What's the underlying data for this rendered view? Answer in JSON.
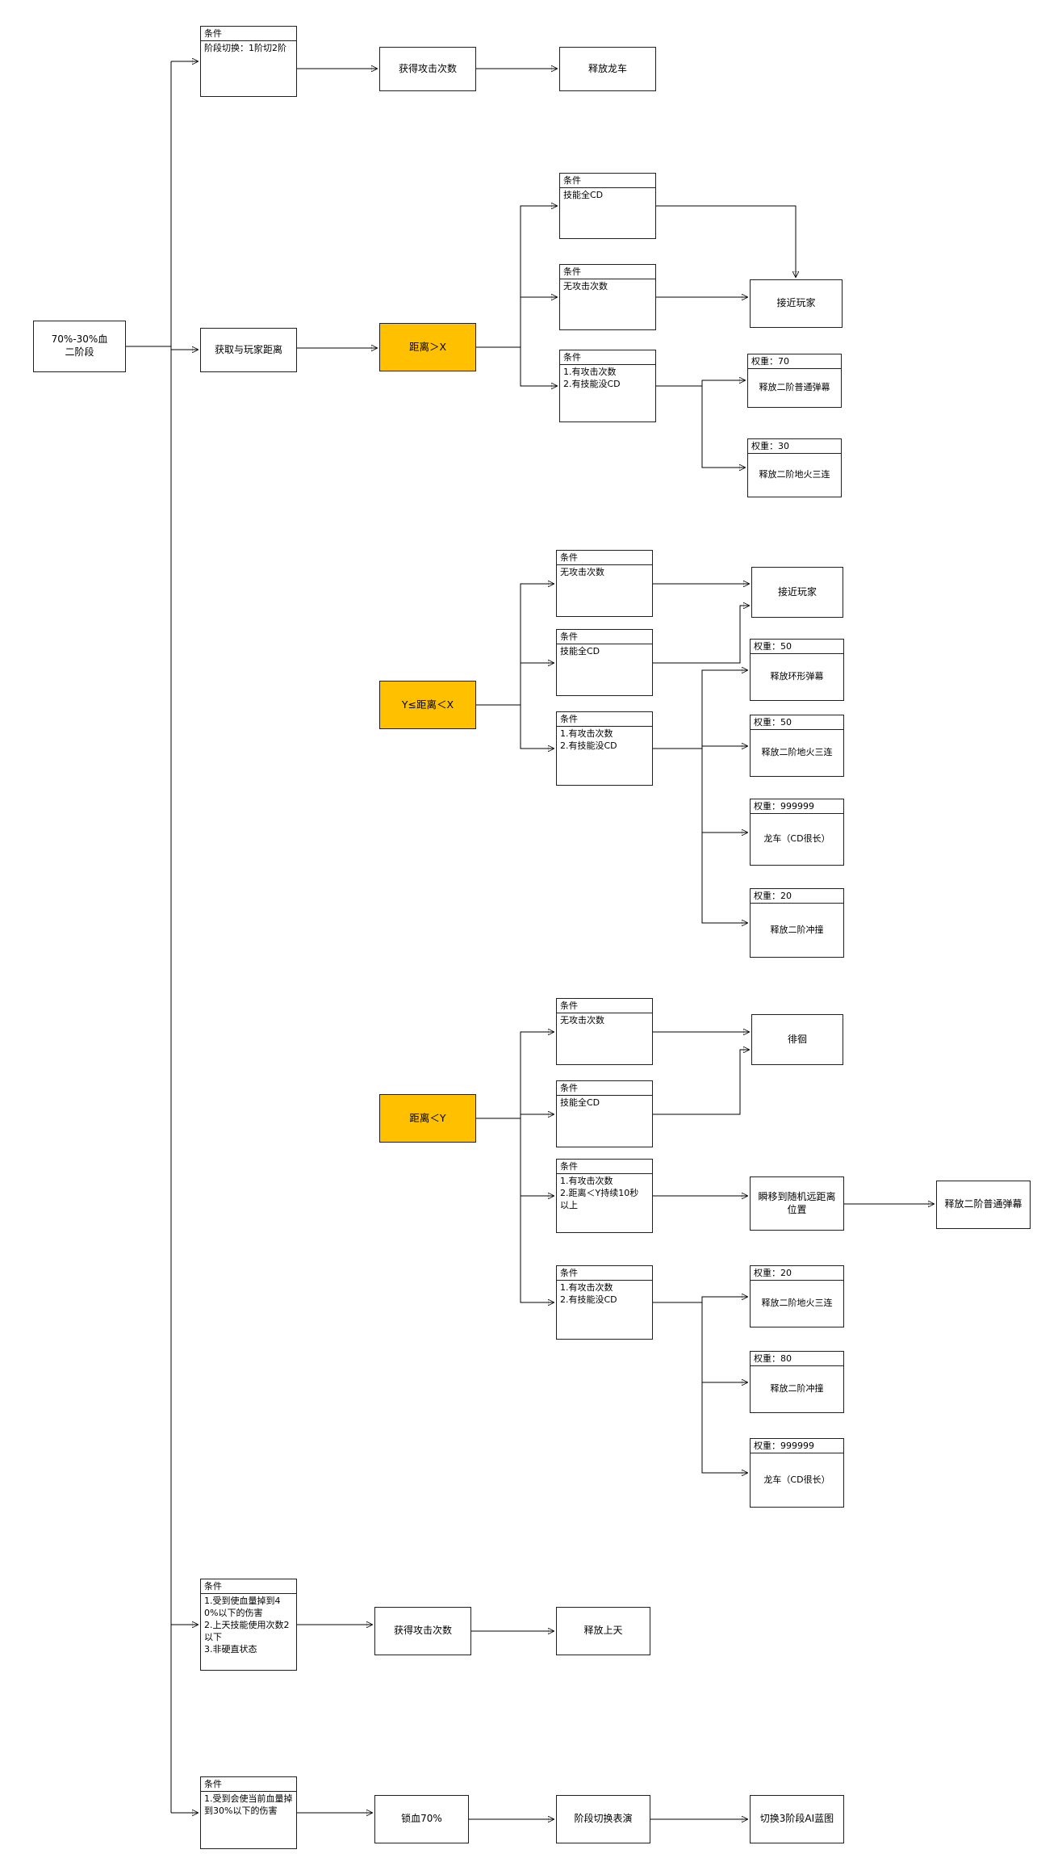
{
  "colors": {
    "decision_fill": "#ffc000",
    "node_border": "#1f1f1f",
    "line": "#000000",
    "background": "#ffffff"
  },
  "nodes": {
    "root": {
      "label": "70%-30%血\n二阶段"
    },
    "cond_phase_switch": {
      "header": "条件",
      "body": "阶段切换：1阶切2阶"
    },
    "gain_attacks_top": {
      "label": "获得攻击次数"
    },
    "release_dragon_cart": {
      "label": "释放龙车"
    },
    "get_player_distance": {
      "label": "获取与玩家距离"
    },
    "dist_gt_x": {
      "label": "距离＞X"
    },
    "cond_all_cd_far": {
      "header": "条件",
      "body": "技能全CD"
    },
    "cond_no_attacks_far": {
      "header": "条件",
      "body": "无攻击次数"
    },
    "approach_player_far": {
      "label": "接近玩家"
    },
    "cond_attack_and_skill_far": {
      "header": "条件",
      "body": "1.有攻击次数\n2.有技能没CD"
    },
    "weight70_normal_barrage": {
      "header": "权重：70",
      "body": "释放二阶普通弹幕"
    },
    "weight30_ground_fire": {
      "header": "权重：30",
      "body": "释放二阶地火三连"
    },
    "dist_between_y_x": {
      "label": "Y≤距离＜X"
    },
    "cond_no_attacks_mid": {
      "header": "条件",
      "body": "无攻击次数"
    },
    "approach_player_mid": {
      "label": "接近玩家"
    },
    "cond_all_cd_mid": {
      "header": "条件",
      "body": "技能全CD"
    },
    "cond_attack_and_skill_mid": {
      "header": "条件",
      "body": "1.有攻击次数\n2.有技能没CD"
    },
    "weight50_ring_barrage": {
      "header": "权重：50",
      "body": "释放环形弹幕"
    },
    "weight50_ground_fire": {
      "header": "权重：50",
      "body": "释放二阶地火三连"
    },
    "weight999999_dragon_cart_mid": {
      "header": "权重：999999",
      "body": "龙车（CD很长）"
    },
    "weight20_charge_mid": {
      "header": "权重：20",
      "body": "释放二阶冲撞"
    },
    "dist_lt_y": {
      "label": "距离＜Y"
    },
    "cond_no_attacks_near": {
      "header": "条件",
      "body": "无攻击次数"
    },
    "wander": {
      "label": "徘徊"
    },
    "cond_all_cd_near": {
      "header": "条件",
      "body": "技能全CD"
    },
    "cond_dist_duration": {
      "header": "条件",
      "body": "1.有攻击次数\n2.距离＜Y持续10秒\n以上"
    },
    "teleport_far_position": {
      "label": "瞬移到随机远距离\n位置"
    },
    "release_barrage_after_teleport": {
      "label": "释放二阶普通弹幕"
    },
    "cond_attack_and_skill_near": {
      "header": "条件",
      "body": "1.有攻击次数\n2.有技能没CD"
    },
    "weight20_ground_fire": {
      "header": "权重：20",
      "body": "释放二阶地火三连"
    },
    "weight80_charge": {
      "header": "权重：80",
      "body": "释放二阶冲撞"
    },
    "weight999999_dragon_cart_near": {
      "header": "权重：999999",
      "body": "龙车（CD很长）"
    },
    "cond_hp_drop_40": {
      "header": "条件",
      "body": "1.受到使血量掉到40%以下的伤害\n2.上天技能使用次数2以下\n3.非硬直状态"
    },
    "gain_attacks_bottom": {
      "label": "获得攻击次数"
    },
    "release_ascend": {
      "label": "释放上天"
    },
    "cond_hp_drop_30": {
      "header": "条件",
      "body": "1.受到会使当前血量掉到30%以下的伤害"
    },
    "lock_hp_70": {
      "label": "锁血70%"
    },
    "phase_switch_performance": {
      "label": "阶段切换表演"
    },
    "switch_phase3_ai": {
      "label": "切换3阶段AI蓝图"
    }
  }
}
